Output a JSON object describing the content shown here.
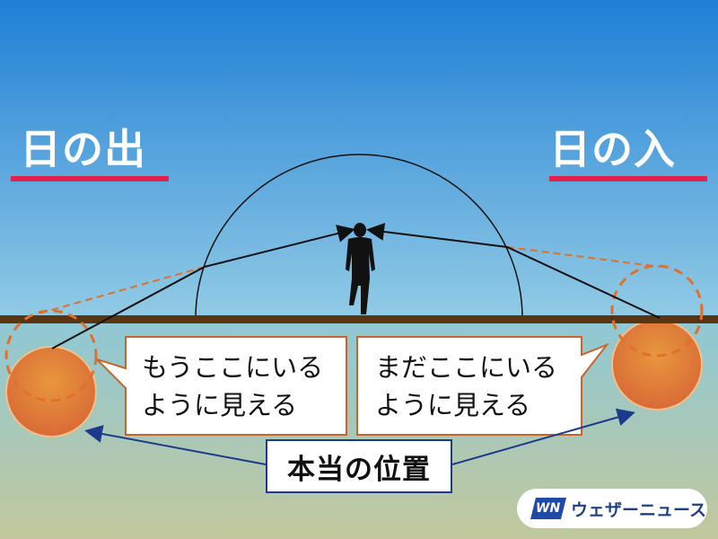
{
  "titles": {
    "sunrise": "日の出",
    "sunset": "日の入"
  },
  "callouts": {
    "sunrise_apparent": "もうここにいる\nように見える",
    "sunset_apparent": "まだここにいる\nように見える"
  },
  "true_position_label": "本当の位置",
  "logo": {
    "mark": "WN",
    "name": "ウェザーニュース"
  },
  "colors": {
    "sky_top": "#1f7fd6",
    "sky_bottom": "#8fc9e6",
    "ground": "#b6c49a",
    "horizon": "#5a3512",
    "sun_fill": "#e0823a",
    "accent_underline": "#e0224d",
    "refraction_dashed": "#e0702a",
    "arrow_navy": "#1b3a8c",
    "callout_border": "#c8642a"
  },
  "icons": {
    "observer": "person-silhouette-icon"
  }
}
